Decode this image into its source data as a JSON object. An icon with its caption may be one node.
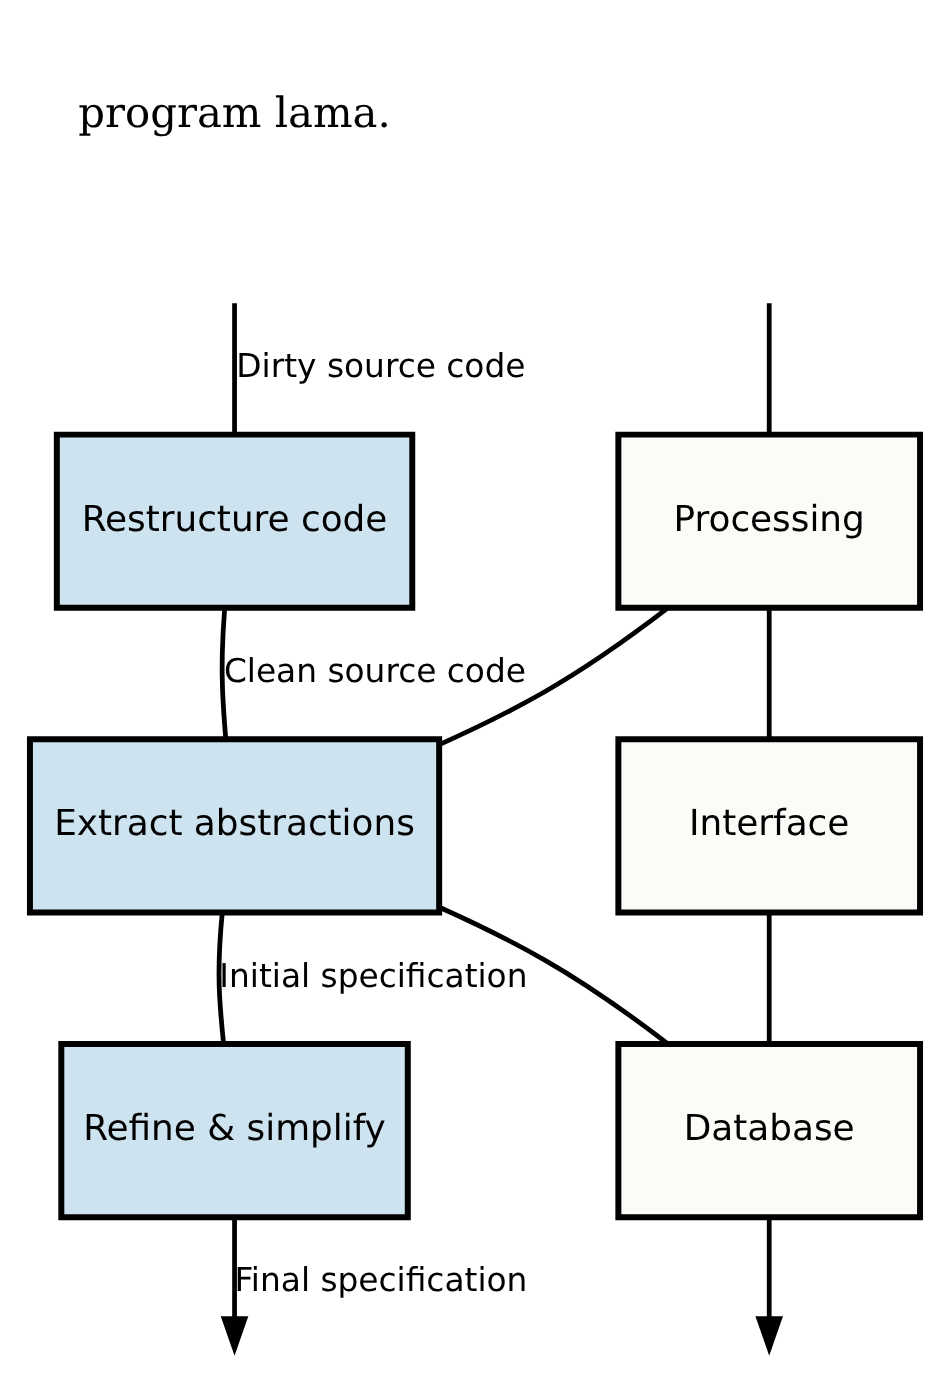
{
  "diagram": {
    "nodes": [
      {
        "text": [
          "Restructure code"
        ]
      },
      {
        "text": [
          "Extract abstractions"
        ]
      },
      {
        "text": [
          "Refine & simplify"
        ]
      },
      {
        "text": [
          "Processing"
        ]
      },
      {
        "text": [
          "Interface"
        ]
      },
      {
        "text": [
          "Database"
        ]
      }
    ],
    "edges": [
      {
        "from": null,
        "to": 0,
        "arrow": "none",
        "label": "Dirty source code"
      },
      {
        "from": 0,
        "to": 1,
        "arrow": "none",
        "label": "Clean source code"
      },
      {
        "from": 1,
        "to": 2,
        "arrow": "none",
        "label": "Initial specification"
      },
      {
        "from": 2,
        "to": null,
        "arrow": "to",
        "label": "Final specification"
      },
      {
        "from": 1,
        "to": 3,
        "arrow": "none"
      },
      {
        "from": 1,
        "to": 5,
        "arrow": "none"
      },
      {
        "from": null,
        "to": 3,
        "arrow": "none"
      },
      {
        "from": 3,
        "to": 4,
        "arrow": "none"
      },
      {
        "from": 4,
        "to": 5,
        "arrow": "none"
      },
      {
        "from": 5,
        "to": null,
        "arrow": "to"
      }
    ],
    "labels": [
      "program lama."
    ]
  }
}
